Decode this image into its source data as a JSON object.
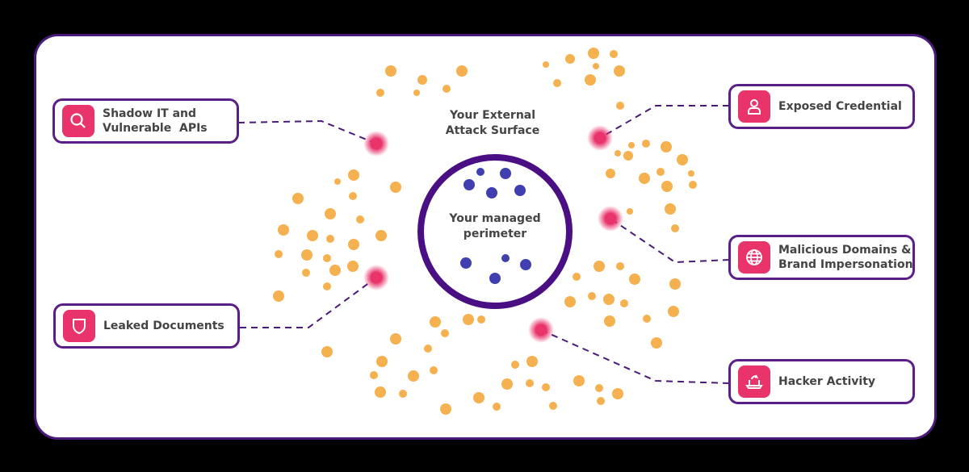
{
  "center": {
    "outer_label": "Your External\nAttack Surface",
    "inner_label": "Your managed\nperimeter"
  },
  "cards": [
    {
      "label": "Shadow IT and\nVulnerable  APIs",
      "icon": "search-icon"
    },
    {
      "label": "Leaked Documents",
      "icon": "shield-icon"
    },
    {
      "label": "Exposed Credential",
      "icon": "user-icon"
    },
    {
      "label": "Malicious Domains &\nBrand Impersonation",
      "icon": "globe-icon"
    },
    {
      "label": "Hacker Activity",
      "icon": "laptop-icon"
    }
  ],
  "colors": {
    "accent": "#e8336b",
    "border": "#5a1f86",
    "dots": "#f5b04f",
    "inner_dots": "#3f3fb0"
  }
}
